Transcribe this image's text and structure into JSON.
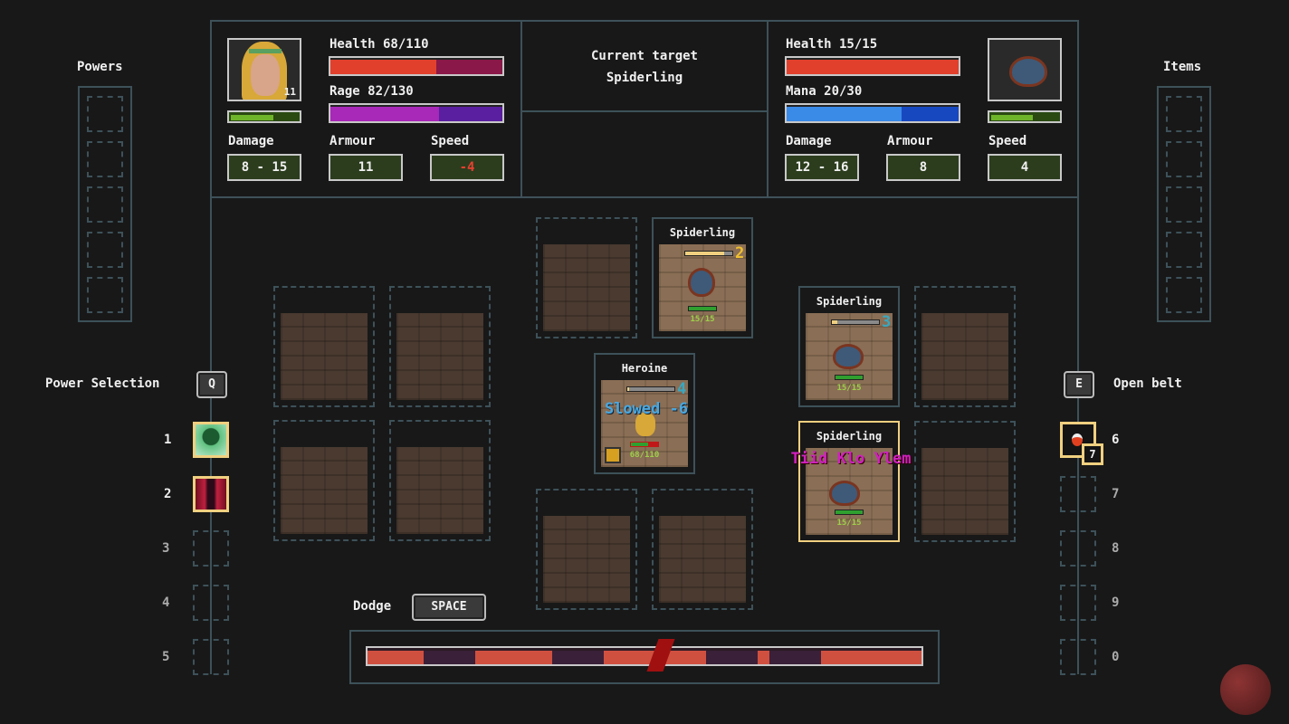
{
  "player": {
    "level": "11",
    "xp_fraction": 0.62,
    "health_label": "Health 68/110",
    "health": 68,
    "health_max": 110,
    "rage_label": "Rage 82/130",
    "rage": 82,
    "rage_max": 130,
    "damage_label": "Damage",
    "damage": "8 - 15",
    "armour_label": "Armour",
    "armour": "11",
    "speed_label": "Speed",
    "speed": "-4"
  },
  "target": {
    "title": "Current target",
    "name": "Spiderling"
  },
  "enemy": {
    "xp_fraction": 0.6,
    "health_label": "Health 15/15",
    "health": 15,
    "health_max": 15,
    "mana_label": "Mana 20/30",
    "mana": 20,
    "mana_max": 30,
    "damage_label": "Damage",
    "damage": "12 - 16",
    "armour_label": "Armour",
    "armour": "8",
    "speed_label": "Speed",
    "speed": "4"
  },
  "powers": {
    "title": "Powers"
  },
  "items": {
    "title": "Items"
  },
  "power_selection": {
    "label": "Power Selection",
    "key": "Q",
    "slots": [
      "1",
      "2",
      "3",
      "4",
      "5"
    ]
  },
  "belt": {
    "label": "Open belt",
    "key": "E",
    "slots": [
      "6",
      "7",
      "8",
      "9",
      "0"
    ],
    "potion_count": "7"
  },
  "dodge": {
    "label": "Dodge",
    "key": "SPACE",
    "marker_position": 0.53
  },
  "cards": {
    "spider1": {
      "name": "Spiderling",
      "turn": "2",
      "turn_fill": 0.82,
      "hp": "15/15"
    },
    "spider2": {
      "name": "Spiderling",
      "turn": "3",
      "turn_fill": 0.12,
      "hp": "15/15"
    },
    "spider3": {
      "name": "Spiderling",
      "hp": "15/15",
      "effect": "Tiid Klo Ylem"
    },
    "heroine": {
      "name": "Heroine",
      "turn": "4",
      "turn_fill": 0.04,
      "hp": "68/110",
      "hp_fill": 0.62,
      "effect": "Slowed -6"
    }
  },
  "colors": {
    "health": "#e0402c",
    "rage": "#a828b8",
    "mana": "#3a8ae8",
    "border": "#3d5159",
    "selected": "#f0d080"
  }
}
